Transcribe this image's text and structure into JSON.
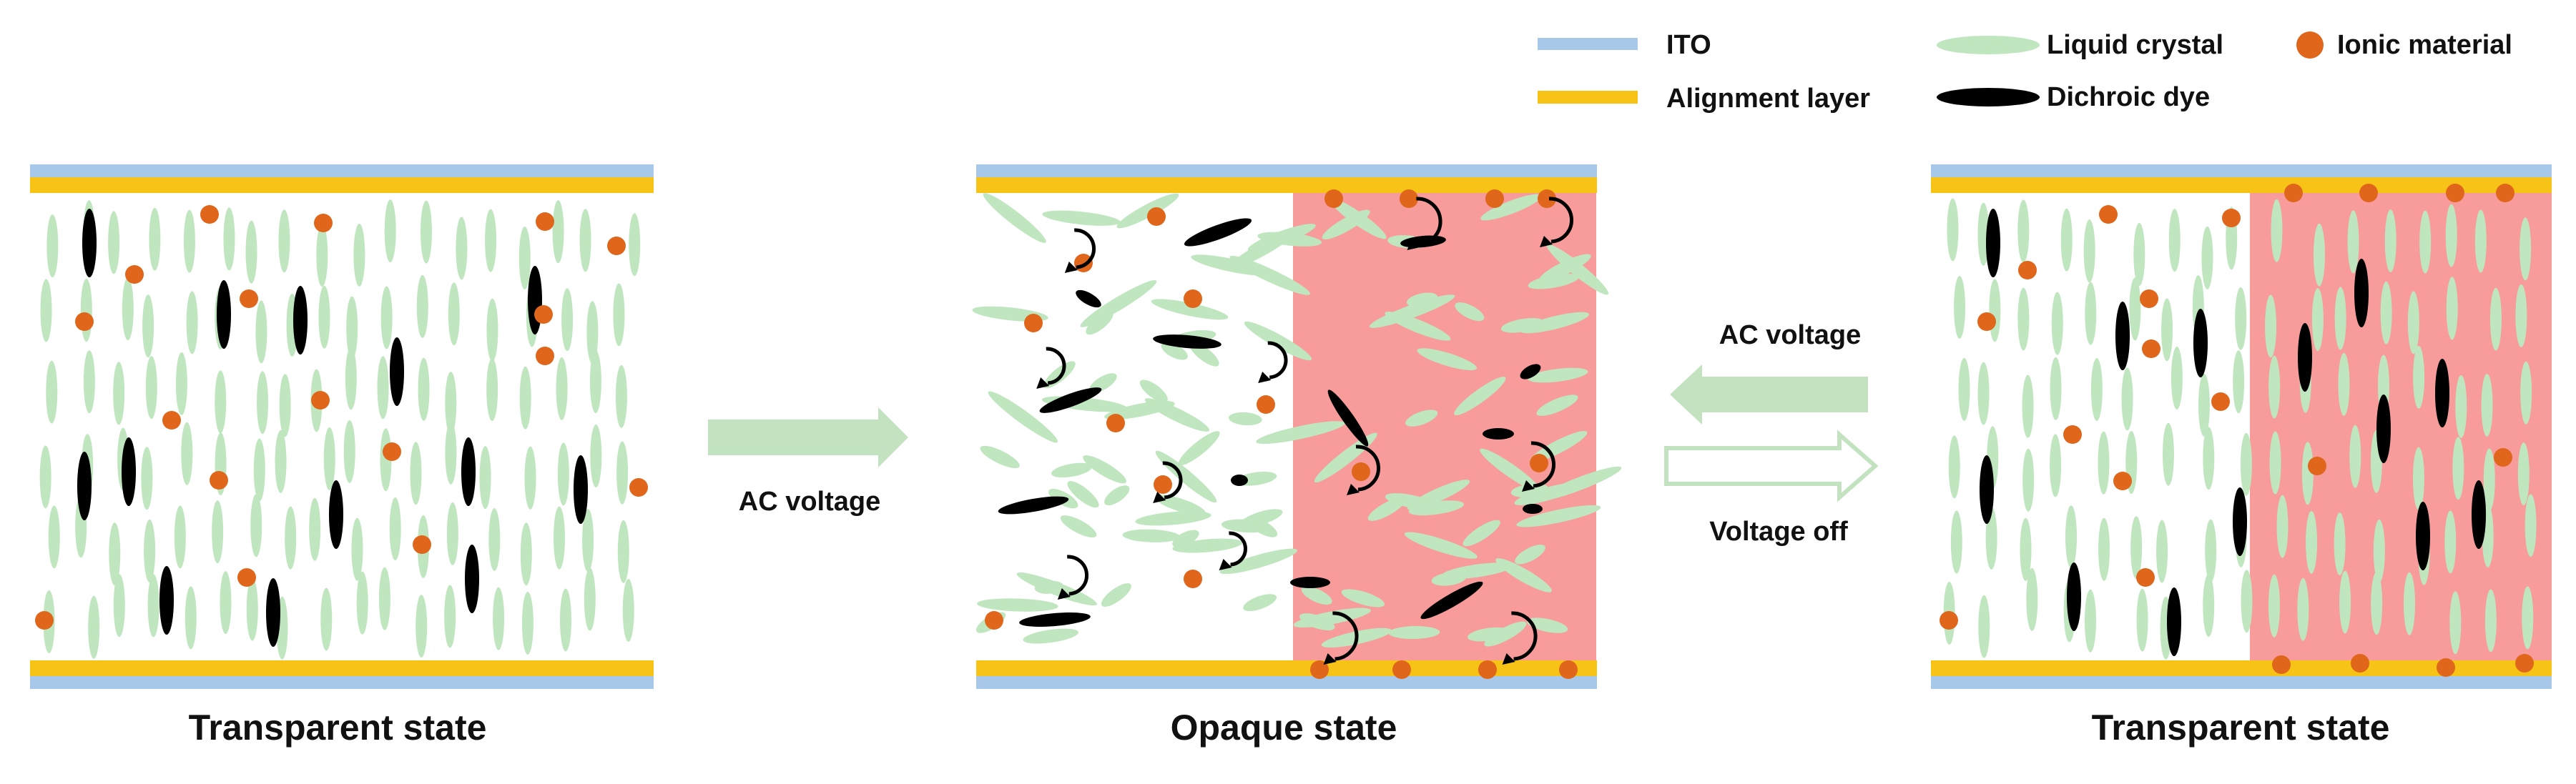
{
  "legend": {
    "ito": "ITO",
    "alignment_layer": "Alignment layer",
    "liquid_crystal": "Liquid crystal",
    "dichroic_dye": "Dichroic dye",
    "ionic_material": "Ionic material"
  },
  "panels": {
    "left_caption": "Transparent state",
    "middle_caption": "Opaque state",
    "right_caption": "Transparent state"
  },
  "arrows": {
    "forward_label": "AC voltage",
    "reverse_on_label": "AC voltage",
    "reverse_off_label": "Voltage off"
  },
  "colors": {
    "ito": "#a8c8ea",
    "alignment": "#f7c317",
    "liquid_crystal": "#bfe6bf",
    "dye": "#000000",
    "ion": "#e0661c",
    "ion_region": "#f79b9b",
    "arrow_fill": "#c3e3c0"
  }
}
